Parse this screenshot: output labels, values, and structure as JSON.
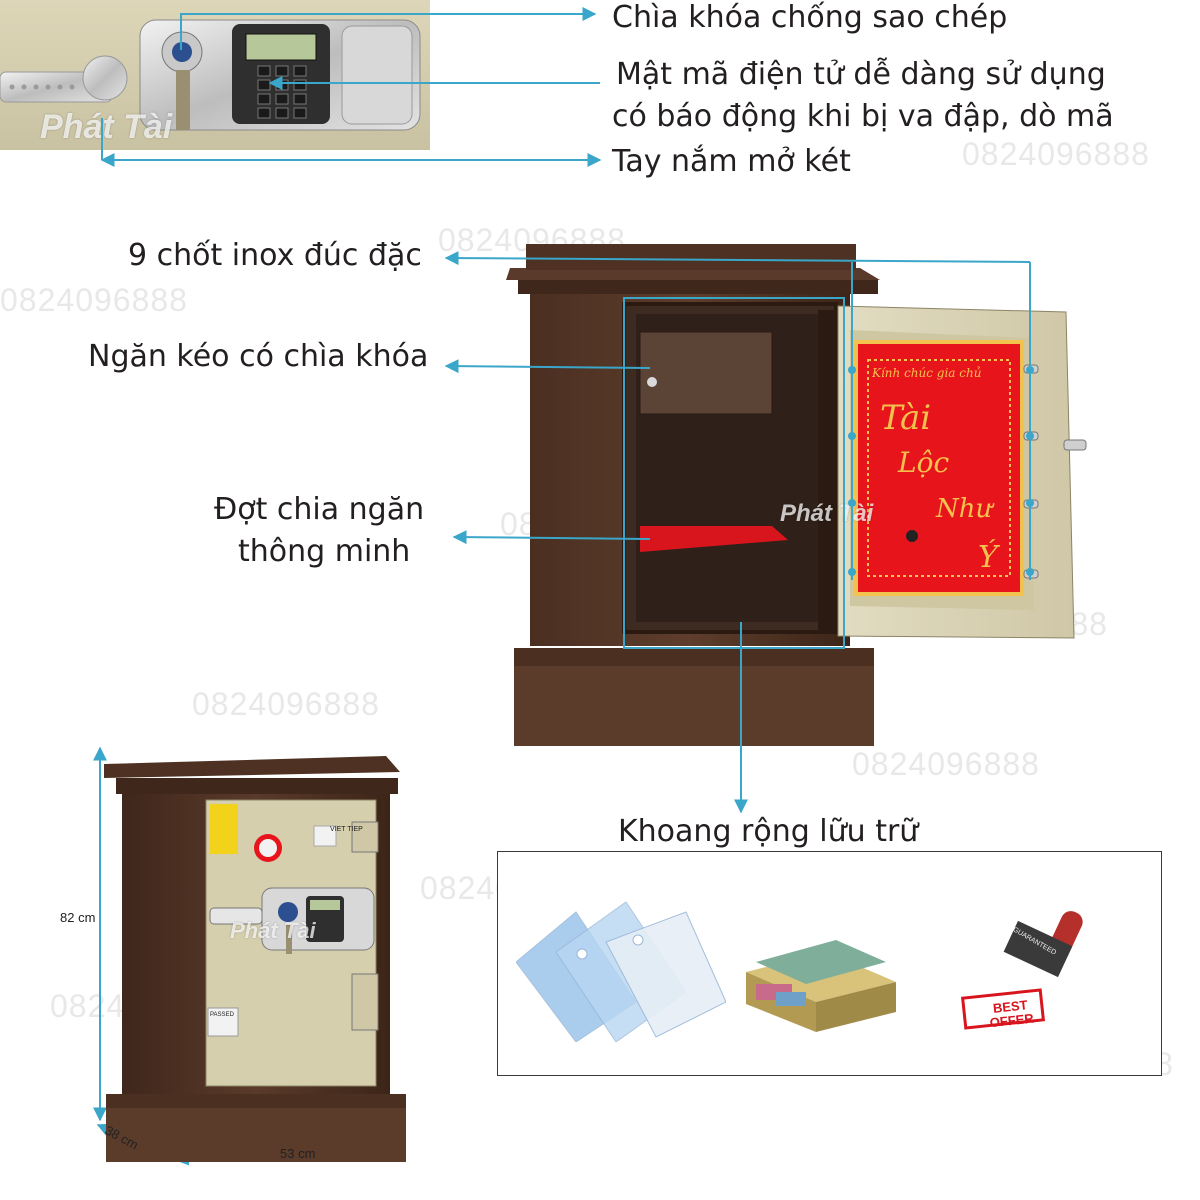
{
  "callouts": {
    "anti_copy_key": "Chìa khóa chống sao chép",
    "electronic_code_line1": "Mật mã điện tử dễ dàng sử dụng",
    "electronic_code_line2": "có báo động khi bị va đập, dò mã",
    "handle": "Tay nắm mở két",
    "bolts": "9 chốt inox đúc đặc",
    "drawer": "Ngăn kéo có chìa khóa",
    "shelf_line1": "Đợt chia ngăn",
    "shelf_line2": "thông minh",
    "storage": "Khoang rộng lữu trữ"
  },
  "watermark_phone": "0824096888",
  "brand_watermark": "Phát Tài",
  "door_panel": {
    "greeting": "Kính chúc gia chủ",
    "wish": [
      "Tài",
      "Lộc",
      "Như",
      "Ý"
    ]
  },
  "safe_badge": "VIET TIEP",
  "sticker_text": "PASSED",
  "dimensions": {
    "height": "82 cm",
    "depth": "38 cm",
    "width": "53 cm"
  },
  "storage_items": {
    "stamp_text": "BEST OFFER",
    "stamp_handle_text": "GUARANTEED"
  },
  "colors": {
    "callout_line": "#3aa6c9",
    "safe_body": "#5a3a2a",
    "safe_body_dark": "#3f271b",
    "door_beige": "#d9d2b4",
    "panel_red": "#e8141c",
    "panel_gold": "#f2c14e"
  }
}
